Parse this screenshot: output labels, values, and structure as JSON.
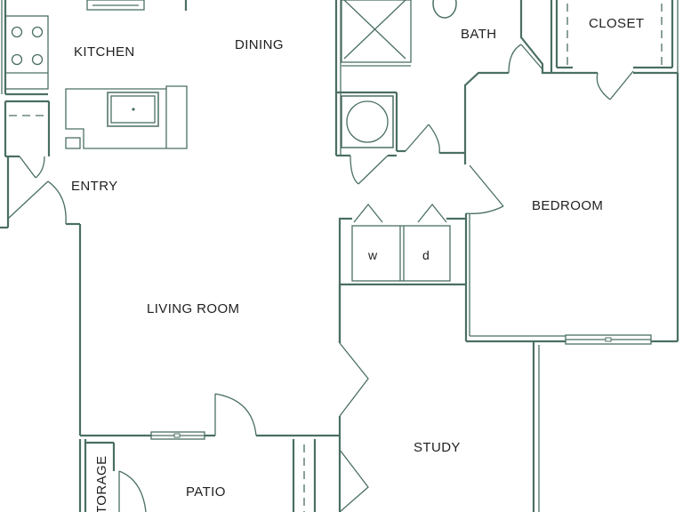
{
  "rooms": {
    "kitchen": "KITCHEN",
    "dining": "DINING",
    "bath": "BATH",
    "closet": "CLOSET",
    "entry": "ENTRY",
    "bedroom": "BEDROOM",
    "washer": "w",
    "dryer": "d",
    "living_room": "LIVING ROOM",
    "study": "STUDY",
    "patio": "PATIO",
    "storage": "TORAGE"
  },
  "colors": {
    "wall": "#4a6f63",
    "label": "#1f1f1f",
    "background": "#ffffff"
  }
}
